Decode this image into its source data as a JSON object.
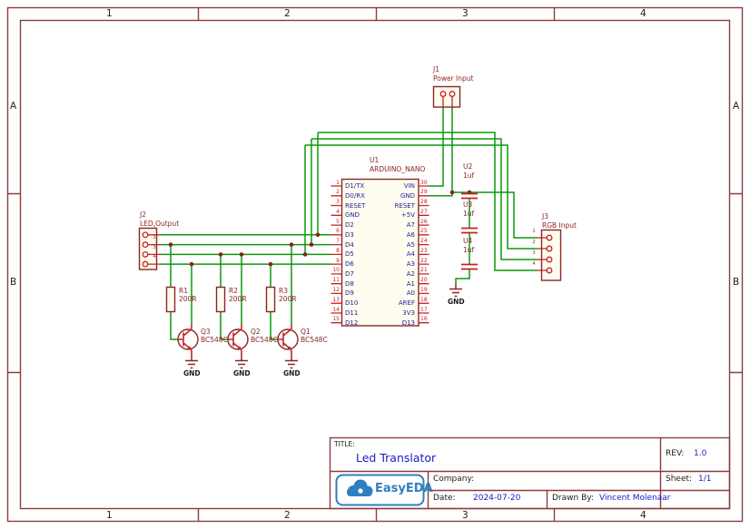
{
  "frame": {
    "columns": [
      "1",
      "2",
      "3",
      "4"
    ],
    "rows": [
      "A",
      "B"
    ]
  },
  "components": {
    "j1": {
      "ref": "J1",
      "name": "Power Input"
    },
    "j2": {
      "ref": "J2",
      "name": "LED Output",
      "pins": [
        "1",
        "2",
        "3",
        "4"
      ]
    },
    "j3": {
      "ref": "J3",
      "name": "RGB Input",
      "pins": [
        "1",
        "2",
        "3",
        "4"
      ]
    },
    "u1": {
      "ref": "U1",
      "name": "ARDUINO_NANO",
      "left_pins": [
        {
          "num": "1",
          "name": "D1/TX"
        },
        {
          "num": "2",
          "name": "D0/RX"
        },
        {
          "num": "3",
          "name": "RESET"
        },
        {
          "num": "4",
          "name": "GND"
        },
        {
          "num": "5",
          "name": "D2"
        },
        {
          "num": "6",
          "name": "D3"
        },
        {
          "num": "7",
          "name": "D4"
        },
        {
          "num": "8",
          "name": "D5"
        },
        {
          "num": "9",
          "name": "D6"
        },
        {
          "num": "10",
          "name": "D7"
        },
        {
          "num": "11",
          "name": "D8"
        },
        {
          "num": "12",
          "name": "D9"
        },
        {
          "num": "13",
          "name": "D10"
        },
        {
          "num": "14",
          "name": "D11"
        },
        {
          "num": "15",
          "name": "D12"
        }
      ],
      "right_pins": [
        {
          "num": "30",
          "name": "VIN"
        },
        {
          "num": "29",
          "name": "GND"
        },
        {
          "num": "28",
          "name": "RESET"
        },
        {
          "num": "27",
          "name": "+5V"
        },
        {
          "num": "26",
          "name": "A7"
        },
        {
          "num": "25",
          "name": "A6"
        },
        {
          "num": "24",
          "name": "A5"
        },
        {
          "num": "23",
          "name": "A4"
        },
        {
          "num": "22",
          "name": "A3"
        },
        {
          "num": "21",
          "name": "A2"
        },
        {
          "num": "20",
          "name": "A1"
        },
        {
          "num": "19",
          "name": "A0"
        },
        {
          "num": "18",
          "name": "AREF"
        },
        {
          "num": "17",
          "name": "3V3"
        },
        {
          "num": "16",
          "name": "D13"
        }
      ]
    },
    "u2": {
      "ref": "U2",
      "value": "1uf"
    },
    "u3": {
      "ref": "U3",
      "value": "1uf"
    },
    "u4": {
      "ref": "U4",
      "value": "1uf"
    },
    "r1": {
      "ref": "R1",
      "value": "200R"
    },
    "r2": {
      "ref": "R2",
      "value": "200R"
    },
    "r3": {
      "ref": "R3",
      "value": "200R"
    },
    "q1": {
      "ref": "Q1",
      "value": "BC548C"
    },
    "q2": {
      "ref": "Q2",
      "value": "BC548C"
    },
    "q3": {
      "ref": "Q3",
      "value": "BC548C"
    },
    "gnd_label": "GND"
  },
  "title_block": {
    "title_label": "TITLE:",
    "title": "Led Translator",
    "rev_label": "REV:",
    "rev": "1.0",
    "company_label": "Company:",
    "company": "",
    "sheet_label": "Sheet:",
    "sheet": "1/1",
    "date_label": "Date:",
    "date": "2024-07-20",
    "drawn_by_label": "Drawn By:",
    "drawn_by": "Vincent Molenaar",
    "logo_text": "EasyEDA"
  },
  "colors": {
    "frame": "#8e3b3b",
    "component": "#8b2525",
    "pin": "#c42222",
    "pinname": "#1f1f9c",
    "wire": "#0d990d",
    "junction": "#8c1f1f",
    "valuetext": "#1a1ac8",
    "labeltext": "#1a1a1a",
    "logo": "#2e7fc1",
    "background": "#ffffff"
  }
}
